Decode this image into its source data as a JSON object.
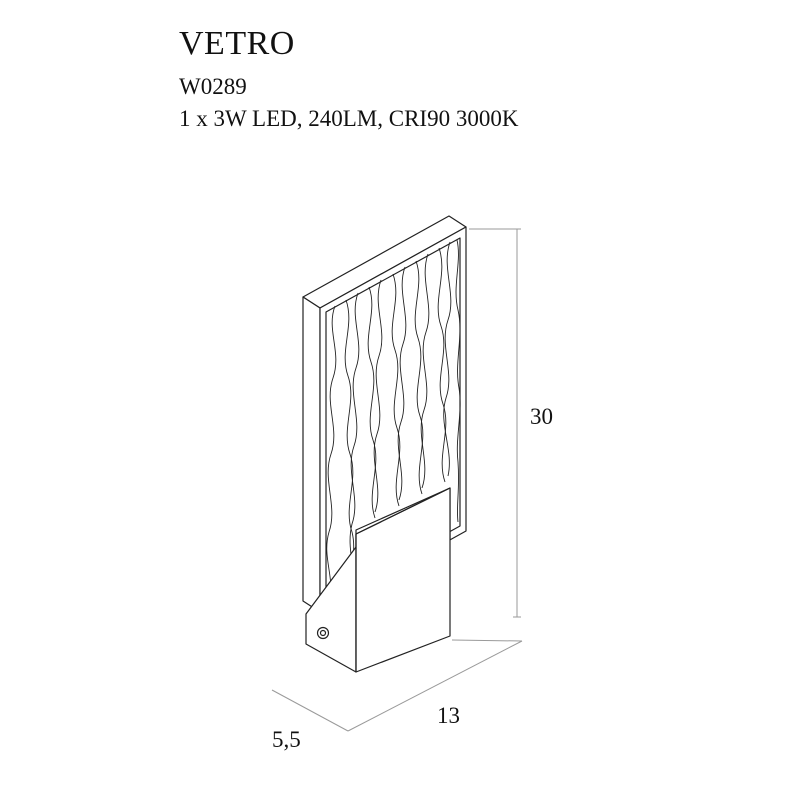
{
  "product": {
    "name": "VETRO",
    "code": "W0289",
    "spec": "1 x 3W LED, 240LM, CRI90 3000K"
  },
  "dimensions": {
    "height": "30",
    "width": "13",
    "depth": "5,5"
  },
  "colors": {
    "line": "#222222",
    "dim_line": "#9a9a9a",
    "background": "#ffffff"
  }
}
